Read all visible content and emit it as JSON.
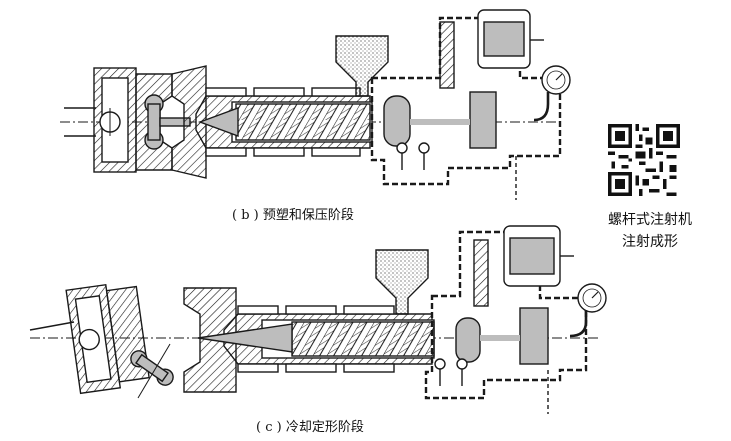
{
  "captions": {
    "stage_b": "( b ) 预塑和保压阶段",
    "stage_c": "( c ) 冷却定形阶段"
  },
  "side_label": {
    "line1": "螺杆式注射机",
    "line2": "注射成形"
  },
  "icons": {
    "qr": "qr-code-icon",
    "gauge": "pressure-gauge-icon",
    "motor": "motor-icon"
  },
  "colors": {
    "line": "#1a1a1a",
    "fill_gray": "#bdbdbd",
    "hatch": "#1a1a1a"
  }
}
